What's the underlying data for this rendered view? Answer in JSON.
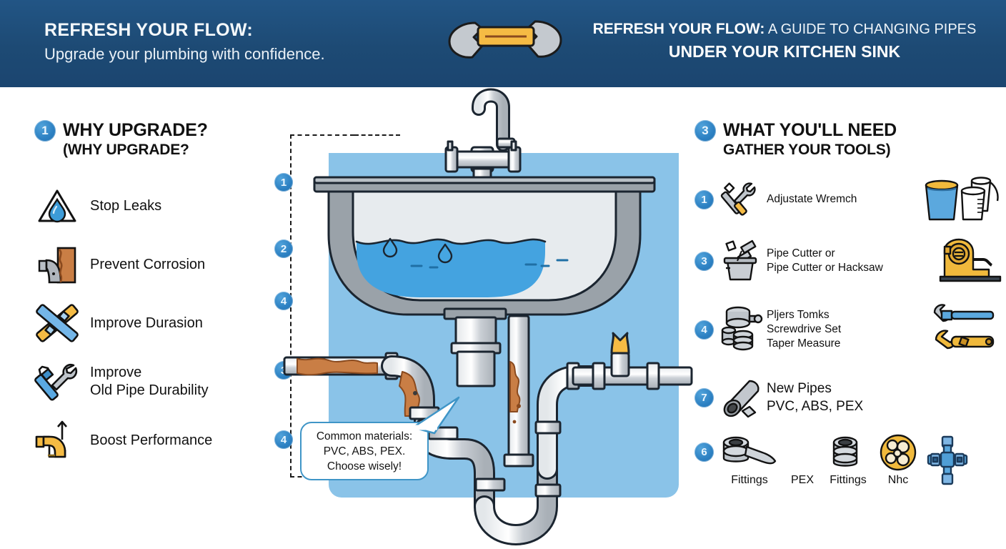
{
  "header": {
    "left_title": "REFRESH YOUR FLOW:",
    "left_subtitle": "Upgrade your plumbing with confidence.",
    "right_title_bold": "REFRESH YOUR FLOW:",
    "right_title_rest": "A GUIDE TO CHANGING PIPES",
    "right_subtitle": "UNDER YOUR KITCHEN SINK",
    "band_color": "#1d4a74"
  },
  "left_section": {
    "badge": "1",
    "title": "WHY UPGRADE?",
    "subtitle": "(WHY UPGRADE?",
    "items": [
      {
        "icon": "leak-drop-warning-icon",
        "label": "Stop Leaks"
      },
      {
        "icon": "corroded-pipe-icon",
        "label": "Prevent Corrosion"
      },
      {
        "icon": "crossed-pipes-icon",
        "label": "Improve Durasion"
      },
      {
        "icon": "wrench-screwdriver-icon",
        "label": "Improve\nOld Pipe Durability"
      },
      {
        "icon": "pipe-arrow-up-icon",
        "label": "Boost Performance"
      }
    ]
  },
  "center": {
    "line_markers": [
      "1",
      "2",
      "4",
      "3",
      "4"
    ],
    "callout": {
      "line1": "Common materials:",
      "line2": "PVC, ABS, PEX.",
      "line3": "Choose wisely!"
    },
    "panel_color": "#8ac3e8",
    "illustration": "kitchen-sink-with-under-sink-pipes"
  },
  "right_section": {
    "badge": "3",
    "title": "WHAT YOU'LL NEED",
    "subtitle": "GATHER YOUR TOOLS)",
    "items": [
      {
        "badge": "1",
        "icon": "wrench-screwdriver-cross-icon",
        "lines": [
          "Adjustate Wremch"
        ],
        "side_icon": "bucket-and-rolls-icon"
      },
      {
        "badge": "3",
        "icon": "bucket-with-debris-icon",
        "lines": [
          "Pipe Cutter or",
          "Pipe Cutter or Hacksaw"
        ],
        "side_icon": "pipe-cutter-tool-icon"
      },
      {
        "badge": "4",
        "icon": "stacked-fittings-icon",
        "lines": [
          "Pljers Tomks",
          "Screwdrive Set",
          "Taper Measure"
        ],
        "side_icon": "blue-and-yellow-wrenches-icon"
      },
      {
        "badge": "7",
        "icon": "new-pipe-segment-icon",
        "lines": [
          "New Pipes",
          "PVC, ABS, PEX"
        ],
        "side_icon": ""
      }
    ],
    "fittings_row": {
      "badge": "6",
      "items": [
        {
          "icon": "fitting-with-wrench-icon",
          "caption": "Fittings"
        },
        {
          "icon": "pex-tool-icon",
          "caption": "PEX"
        },
        {
          "icon": "stacked-rings-icon",
          "caption": "Fittings"
        },
        {
          "icon": "yellow-sealant-icon",
          "caption": "Nhc"
        },
        {
          "icon": "blue-cross-fitting-icon",
          "caption": ""
        }
      ]
    }
  },
  "colors": {
    "badge_blue": "#2c80c2",
    "header_blue": "#1d4a74",
    "panel_blue": "#8ac3e8",
    "rust": "#c97e45",
    "yellow": "#f4b942",
    "pipe_grey": "#c9ced4"
  }
}
